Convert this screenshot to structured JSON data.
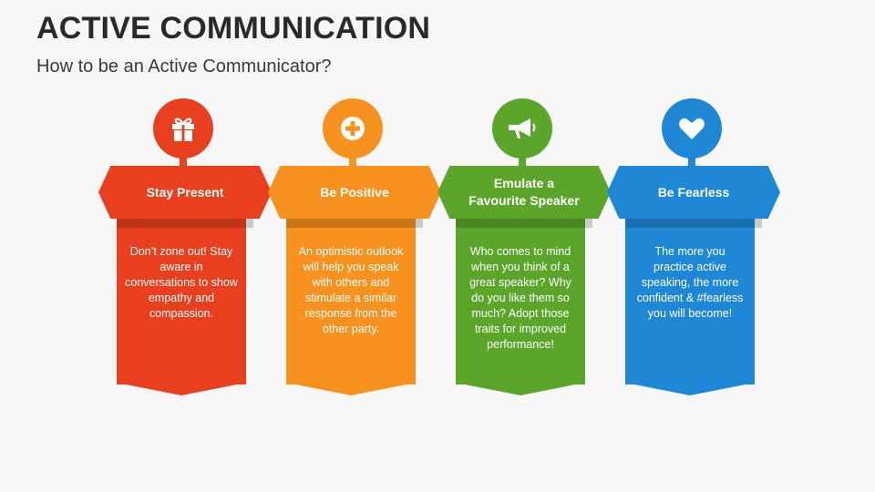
{
  "header": {
    "title": "ACTIVE COMMUNICATION",
    "subtitle": "How to be an Active Communicator?"
  },
  "cards": [
    {
      "icon": "gift-icon",
      "color": "#e8401e",
      "header": "Stay Present",
      "text": "Don’t zone out! Stay aware in conversations to show empathy and compassion."
    },
    {
      "icon": "plus-circle-icon",
      "color": "#f7921e",
      "header": "Be Positive",
      "text": "An optimistic outlook will help you speak with others and stimulate a similar response from the other party."
    },
    {
      "icon": "megaphone-icon",
      "color": "#5ba52a",
      "header": "Emulate a Favourite Speaker",
      "text": "Who comes to mind when you think of a great speaker? Why do you like them so much? Adopt those traits for improved performance!"
    },
    {
      "icon": "heart-icon",
      "color": "#1e88d6",
      "header": "Be Fearless",
      "text": "The more you practice active speaking, the more confident & #fearless you will become!"
    }
  ]
}
